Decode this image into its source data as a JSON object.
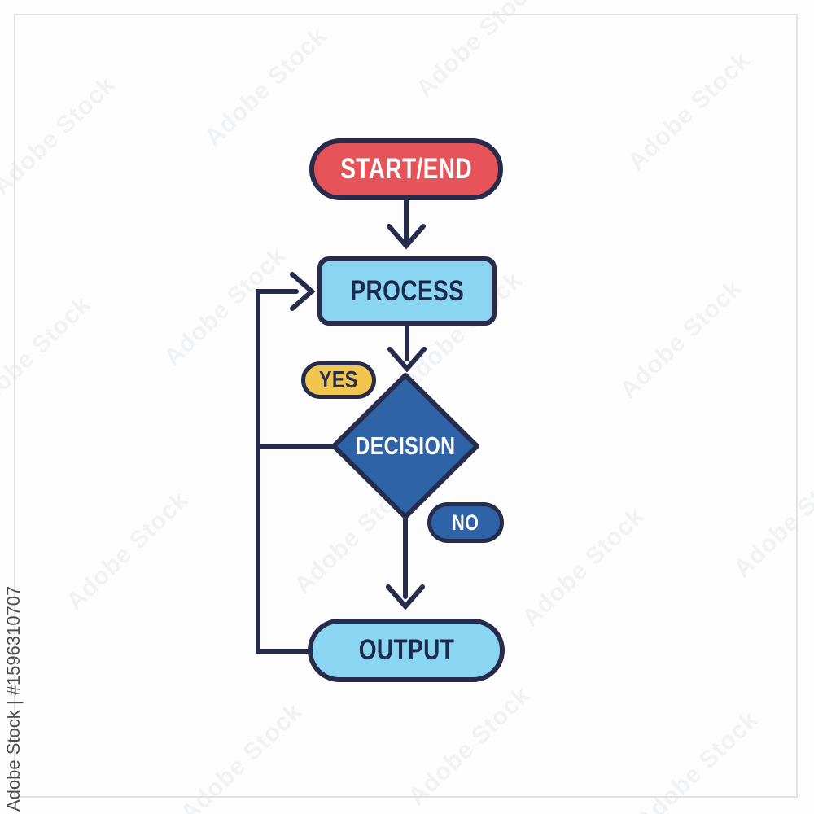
{
  "colors": {
    "outline": "#272c4c",
    "node_red": "#e65459",
    "node_light_blue": "#8ad6f2",
    "node_mid_blue": "#2e63a8",
    "label_yellow": "#f2c54e",
    "background": "#fdfdfe",
    "frame_border": "#e2e2e5"
  },
  "nodes": {
    "start_end": {
      "label": "START/END",
      "shape": "stadium",
      "fill": "#e65459",
      "text_color": "#ffffff"
    },
    "process": {
      "label": "PROCESS",
      "shape": "rounded-rectangle",
      "fill": "#8ad6f2",
      "text_color": "#1d2a4e"
    },
    "decision": {
      "label": "DECISION",
      "shape": "diamond",
      "fill": "#2e63a8",
      "text_color": "#ffffff"
    },
    "output": {
      "label": "OUTPUT",
      "shape": "stadium",
      "fill": "#8ad6f2",
      "text_color": "#1e2b50"
    }
  },
  "edge_labels": {
    "yes": {
      "label": "YES",
      "fill": "#f2c54e",
      "text_color": "#242d4d"
    },
    "no": {
      "label": "NO",
      "fill": "#2e63a8",
      "text_color": "#ffffff"
    }
  },
  "edges": [
    {
      "from": "start_end",
      "to": "process",
      "style": "arrow-down"
    },
    {
      "from": "process",
      "to": "decision",
      "style": "arrow-down"
    },
    {
      "from": "decision",
      "to": "output",
      "style": "arrow-down",
      "branch": "NO"
    },
    {
      "from": "decision",
      "to": "process",
      "style": "loop-left",
      "branch": "YES"
    },
    {
      "from": "output",
      "to": "process",
      "style": "loop-left"
    }
  ],
  "watermark": {
    "tile_text": "Adobe Stock",
    "credit": "Adobe Stock | #1596310707"
  }
}
